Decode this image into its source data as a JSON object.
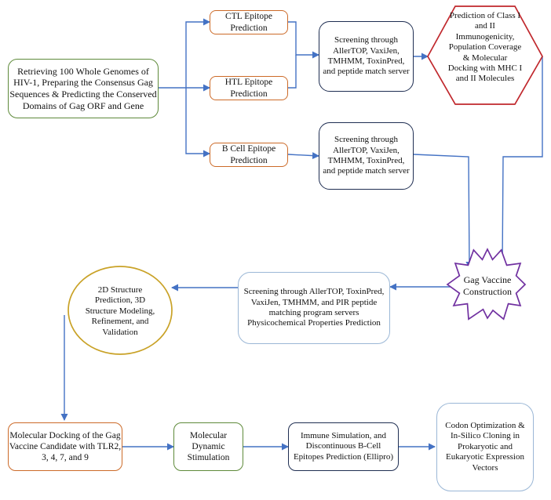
{
  "nodes": {
    "retrieve": "Retrieving 100 Whole Genomes of HIV-1, Preparing the Consensus Gag Sequences & Predicting the Conserved Domains of Gag ORF and Gene",
    "ctl": "CTL Epitope Prediction",
    "htl": "HTL Epitope Prediction",
    "bcell": "B Cell Epitope Prediction",
    "screen1": "Screening through AllerTOP, VaxiJen, TMHMM, ToxinPred, and peptide match server",
    "screen2": "Screening through AllerTOP, VaxiJen, TMHMM, ToxinPred, and peptide match server",
    "immunogenicity": "Prediction of Class I and II Immunogenicity, Population Coverage & Molecular Docking with MHC I and II Molecules",
    "construct": "Gag Vaccine Construction",
    "screen3": "Screening through AllerTOP, ToxinPred, VaxiJen, TMHMM, and PIR peptide matching program servers Physicochemical Properties Prediction",
    "structure": "2D Structure Prediction, 3D Structure Modeling, Refinement, and Validation",
    "docking": "Molecular Docking of the Gag Vaccine Candidate with TLR2, 3, 4, 7, and 9",
    "dynamic": "Molecular Dynamic Stimulation",
    "immune": "Immune Simulation, and Discontinuous B-Cell Epitopes Prediction (Ellipro)",
    "codon": "Codon Optimization & In-Silico Cloning in Prokaryotic and Eukaryotic Expression Vectors"
  },
  "colors": {
    "arrow": "#4472c4",
    "green": "#5e8a3a",
    "orange": "#cc6a28",
    "navy": "#1f2e52",
    "light_blue": "#9bb7d6",
    "red": "#c0282d",
    "gold": "#c9a227",
    "purple": "#7030a0"
  }
}
